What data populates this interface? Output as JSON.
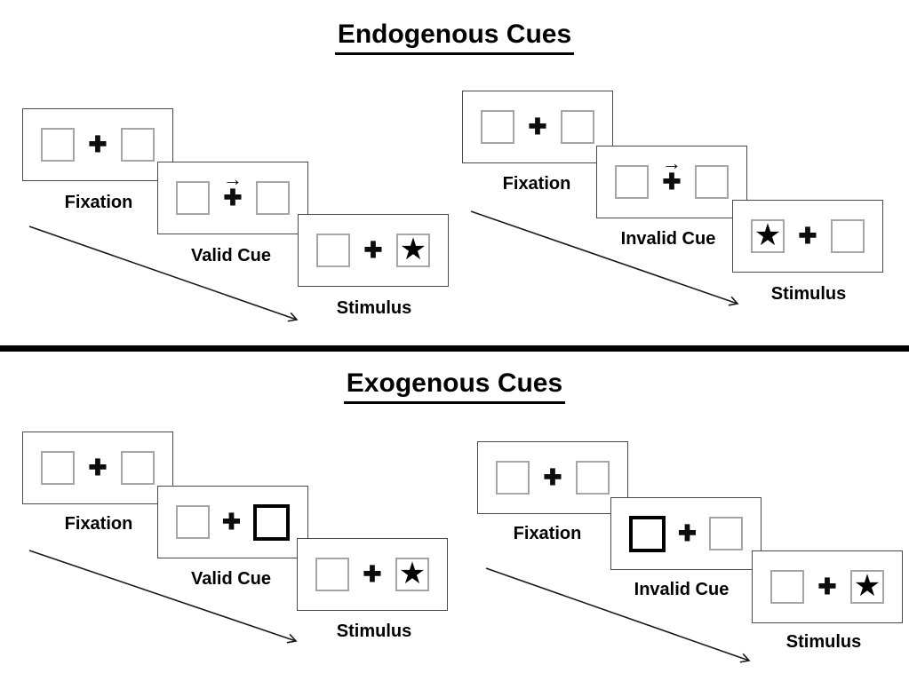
{
  "sections": [
    {
      "title": "Endogenous Cues",
      "groups": [
        {
          "name": "valid-trial",
          "panels": [
            {
              "label": "Fixation",
              "left_box": "empty",
              "right_box": "empty",
              "cue": "none"
            },
            {
              "label": "Valid Cue",
              "left_box": "empty",
              "right_box": "empty",
              "cue": "arrow-pointing-right"
            },
            {
              "label": "Stimulus",
              "left_box": "empty",
              "right_box": "star",
              "cue": "none"
            }
          ]
        },
        {
          "name": "invalid-trial",
          "panels": [
            {
              "label": "Fixation",
              "left_box": "empty",
              "right_box": "empty",
              "cue": "none"
            },
            {
              "label": "Invalid Cue",
              "left_box": "empty",
              "right_box": "empty",
              "cue": "arrow-pointing-right"
            },
            {
              "label": "Stimulus",
              "left_box": "star",
              "right_box": "empty",
              "cue": "none"
            }
          ]
        }
      ]
    },
    {
      "title": "Exogenous Cues",
      "groups": [
        {
          "name": "valid-trial",
          "panels": [
            {
              "label": "Fixation",
              "left_box": "empty",
              "right_box": "empty",
              "cue": "none"
            },
            {
              "label": "Valid Cue",
              "left_box": "empty",
              "right_box": "highlighted",
              "cue": "box-highlight-right"
            },
            {
              "label": "Stimulus",
              "left_box": "empty",
              "right_box": "star",
              "cue": "none"
            }
          ]
        },
        {
          "name": "invalid-trial",
          "panels": [
            {
              "label": "Fixation",
              "left_box": "empty",
              "right_box": "empty",
              "cue": "none"
            },
            {
              "label": "Invalid Cue",
              "left_box": "highlighted",
              "right_box": "empty",
              "cue": "box-highlight-left"
            },
            {
              "label": "Stimulus",
              "left_box": "empty",
              "right_box": "star",
              "cue": "none"
            }
          ]
        }
      ]
    }
  ],
  "symbols": {
    "plus": "✚",
    "star": "★",
    "cue_arrow": "→"
  },
  "colors": {
    "panel_border": "#4a4a4a",
    "box_border": "#a6a6a6",
    "highlight_border": "#000000",
    "divider": "#000000",
    "text": "#000000"
  }
}
